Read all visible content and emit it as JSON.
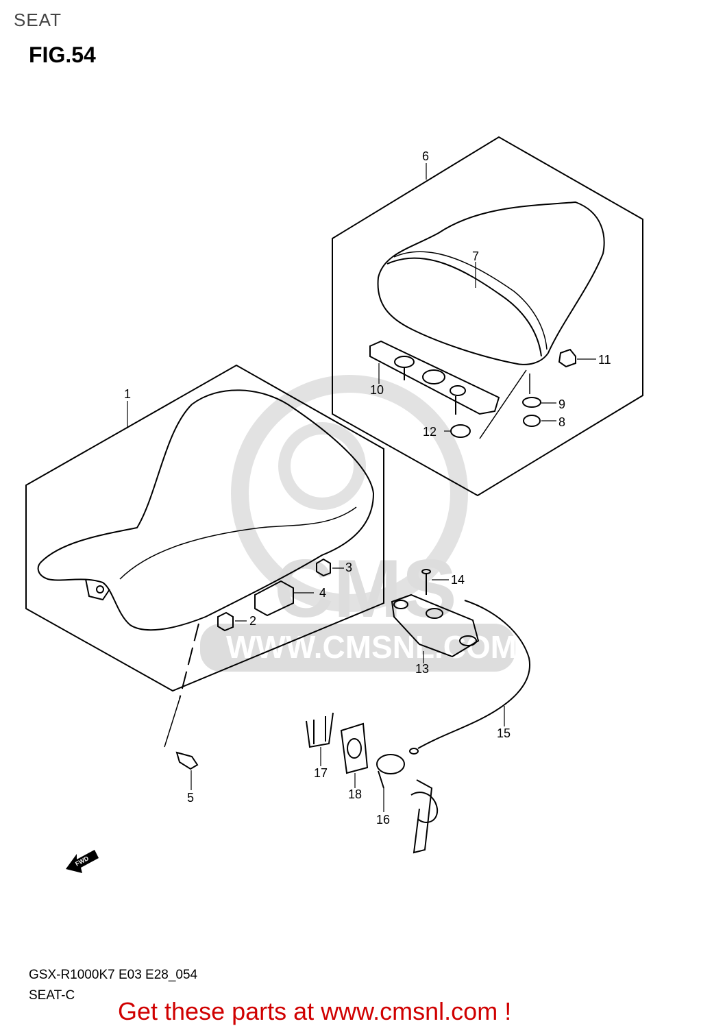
{
  "header": {
    "section": "SEAT",
    "figure": "FIG.54"
  },
  "callouts": [
    "1",
    "2",
    "3",
    "4",
    "5",
    "6",
    "7",
    "8",
    "9",
    "10",
    "11",
    "12",
    "13",
    "14",
    "15",
    "16",
    "17",
    "18"
  ],
  "watermark": {
    "brand": "CMS",
    "url": "WWW.CMSNL.COM"
  },
  "direction_label": "FWD",
  "footer": {
    "model_code": "GSX-R1000K7 E03 E28_054",
    "variant": "SEAT-C",
    "promo": "Get these parts at www.cmsnl.com !"
  },
  "colors": {
    "promo": "#d00000",
    "watermark": "#d9d9d9",
    "line": "#000000"
  }
}
